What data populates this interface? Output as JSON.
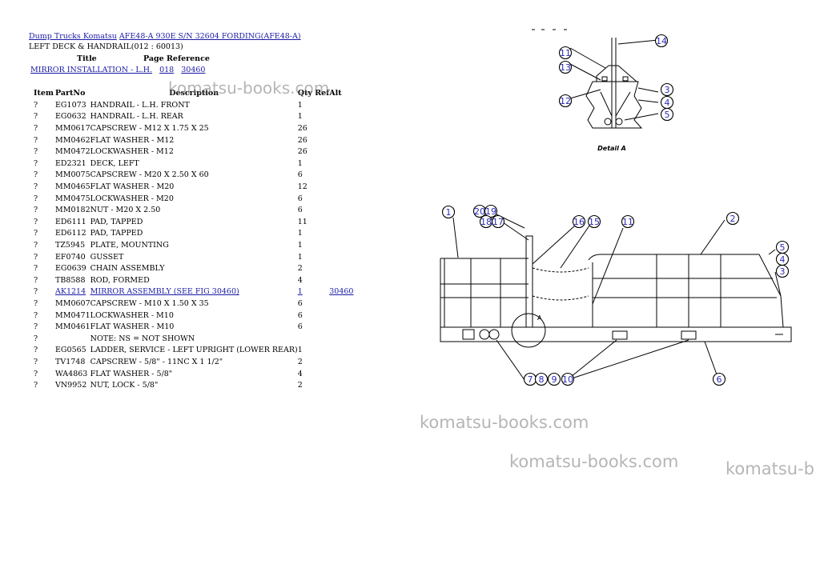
{
  "breadcrumb": {
    "items": [
      "Dump Trucks Komatsu",
      "AFE48-A 930E S/N 32604 FORDING(AFE48-A)"
    ]
  },
  "subtitle": "LEFT DECK & HANDRAIL(012 : 60013)",
  "reference": {
    "title_header": "Title",
    "page_header": "Page Reference",
    "title": "MIRROR INSTALLATION - L.H.",
    "page": "018",
    "ref": "30460"
  },
  "table": {
    "headers": {
      "item": "Item",
      "partno": "PartNo",
      "description": "Description",
      "qtyref": "Qty Ref",
      "alt": "Alt"
    },
    "rows": [
      {
        "item": "?",
        "partno": "EG1073",
        "description": "HANDRAIL - L.H. FRONT",
        "qty": "1",
        "alt": ""
      },
      {
        "item": "?",
        "partno": "EG0632",
        "description": "HANDRAIL - L.H. REAR",
        "qty": "1",
        "alt": ""
      },
      {
        "item": "?",
        "partno": "MM0617",
        "description": "CAPSCREW - M12 X 1.75 X 25",
        "qty": "26",
        "alt": ""
      },
      {
        "item": "?",
        "partno": "MM0462",
        "description": "FLAT WASHER - M12",
        "qty": "26",
        "alt": ""
      },
      {
        "item": "?",
        "partno": "MM0472",
        "description": "LOCKWASHER - M12",
        "qty": "26",
        "alt": ""
      },
      {
        "item": "?",
        "partno": "ED2321",
        "description": "DECK, LEFT",
        "qty": "1",
        "alt": ""
      },
      {
        "item": "?",
        "partno": "MM0075",
        "description": "CAPSCREW - M20 X 2.50 X 60",
        "qty": "6",
        "alt": ""
      },
      {
        "item": "?",
        "partno": "MM0465",
        "description": "FLAT WASHER - M20",
        "qty": "12",
        "alt": ""
      },
      {
        "item": "?",
        "partno": "MM0475",
        "description": "LOCKWASHER - M20",
        "qty": "6",
        "alt": ""
      },
      {
        "item": "?",
        "partno": "MM0182",
        "description": "NUT - M20 X 2.50",
        "qty": "6",
        "alt": ""
      },
      {
        "item": "?",
        "partno": "ED6111",
        "description": "PAD, TAPPED",
        "qty": "11",
        "alt": ""
      },
      {
        "item": "?",
        "partno": "ED6112",
        "description": "PAD, TAPPED",
        "qty": "1",
        "alt": ""
      },
      {
        "item": "?",
        "partno": "TZ5945",
        "description": "PLATE, MOUNTING",
        "qty": "1",
        "alt": ""
      },
      {
        "item": "?",
        "partno": "EF0740",
        "description": "GUSSET",
        "qty": "1",
        "alt": ""
      },
      {
        "item": "?",
        "partno": "EG0639",
        "description": "CHAIN ASSEMBLY",
        "qty": "2",
        "alt": ""
      },
      {
        "item": "?",
        "partno": "TB8588",
        "description": "ROD, FORMED",
        "qty": "4",
        "alt": ""
      },
      {
        "item": "?",
        "partno": "AK1214",
        "description": "MIRROR ASSEMBLY (SEE FIG 30460)",
        "qty": "1",
        "alt": "30460",
        "link": true
      },
      {
        "item": "?",
        "partno": "MM0607",
        "description": "CAPSCREW - M10 X 1.50 X 35",
        "qty": "6",
        "alt": ""
      },
      {
        "item": "?",
        "partno": "MM0471",
        "description": "LOCKWASHER - M10",
        "qty": "6",
        "alt": ""
      },
      {
        "item": "?",
        "partno": "MM0461",
        "description": "FLAT WASHER - M10",
        "qty": "6",
        "alt": ""
      },
      {
        "item": "?",
        "partno": "",
        "description": "NOTE: NS = NOT SHOWN",
        "qty": "",
        "alt": ""
      },
      {
        "item": "?",
        "partno": "EG0565",
        "description": "LADDER, SERVICE - LEFT UPRIGHT (LOWER REAR)",
        "qty": "1",
        "alt": ""
      },
      {
        "item": "?",
        "partno": "TV1748",
        "description": "CAPSCREW - 5/8\" - 11NC X 1 1/2\"",
        "qty": "2",
        "alt": ""
      },
      {
        "item": "?",
        "partno": "WA4863",
        "description": "FLAT WASHER - 5/8\"",
        "qty": "4",
        "alt": ""
      },
      {
        "item": "?",
        "partno": "VN9952",
        "description": "NUT, LOCK - 5/8\"",
        "qty": "2",
        "alt": ""
      }
    ]
  },
  "watermarks": [
    "komatsu-books.com",
    "komatsu-books.com",
    "komatsu-books.com",
    "komatsu-b"
  ],
  "diagram": {
    "detail_caption": "Detail A",
    "detail_marker": "A",
    "callouts": [
      "14",
      "11",
      "13",
      "12",
      "3",
      "4",
      "5",
      "1",
      "20",
      "19",
      "18",
      "17",
      "16",
      "15",
      "11",
      "2",
      "5",
      "4",
      "3",
      "7",
      "8",
      "9",
      "10",
      "6"
    ]
  },
  "colors": {
    "link": "#1a1aa6",
    "callout": "#2a2ab8",
    "watermark": "#888888"
  }
}
